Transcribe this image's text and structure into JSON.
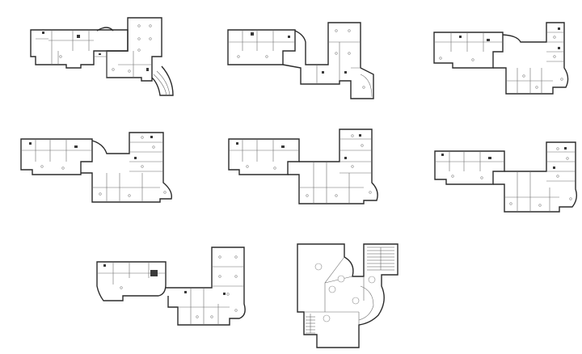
{
  "sheet": {
    "plans": [
      {
        "id": "plan-1",
        "label": ""
      },
      {
        "id": "plan-2",
        "label": ""
      },
      {
        "id": "plan-3",
        "label": ""
      },
      {
        "id": "plan-4",
        "label": ""
      },
      {
        "id": "plan-5",
        "label": ""
      },
      {
        "id": "plan-6",
        "label": ""
      },
      {
        "id": "plan-7",
        "label": ""
      },
      {
        "id": "plan-8",
        "label": ""
      }
    ],
    "colors": {
      "wall": "#2b2b2b",
      "detail": "#6d6d6d",
      "background": "#ffffff"
    }
  }
}
